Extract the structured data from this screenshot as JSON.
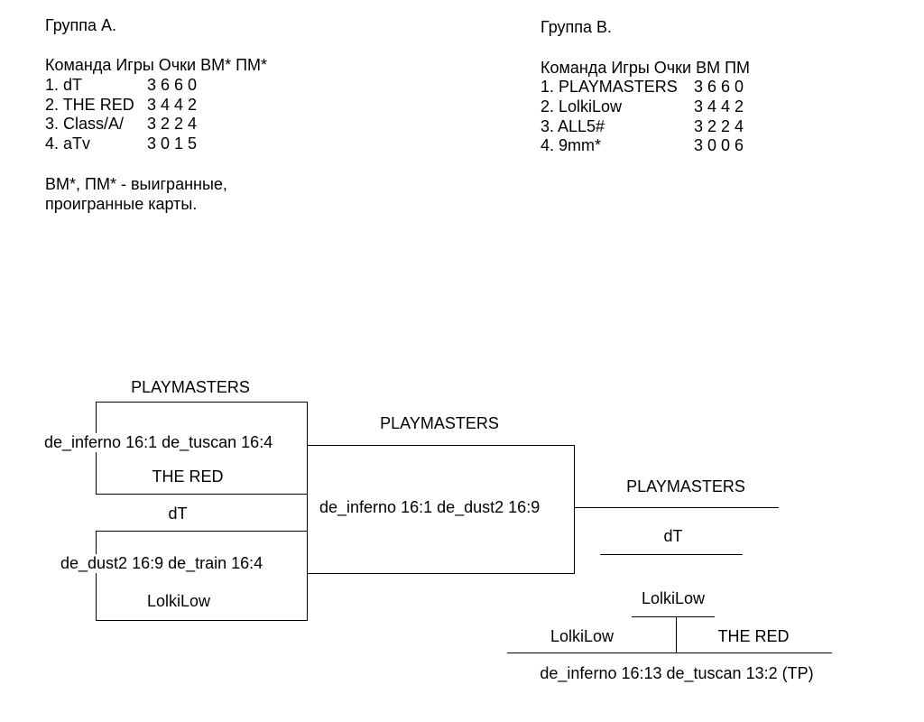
{
  "document": {
    "background": "#ffffff",
    "text_color": "#000000"
  },
  "groups": [
    {
      "title": "Группа А.",
      "header": "Команда Игры Очки ВМ* ПМ*",
      "rows": [
        {
          "name": "1. dT",
          "stats": "3 6 6 0"
        },
        {
          "name": "2. THE RED",
          "stats": "3 4 4 2"
        },
        {
          "name": "3. Class/A/",
          "stats": "3 2 2 4"
        },
        {
          "name": "4. aTv",
          "stats": "3 0 1 5"
        }
      ]
    },
    {
      "title": "Группа В.",
      "header": "Команда Игры Очки ВМ ПМ",
      "rows": [
        {
          "name": "1. PLAYMASTERS",
          "stats": "3 6 6 0"
        },
        {
          "name": "2. LolkiLow",
          "stats": "3 4 4 2"
        },
        {
          "name": "3. ALL5#",
          "stats": "3 2 2 4"
        },
        {
          "name": "4. 9mm*",
          "stats": "3 0 0 6"
        }
      ]
    }
  ],
  "footnote": {
    "line1": "ВМ*, ПМ* - выигранные,",
    "line2": "проигранные карты."
  },
  "bracket": {
    "semifinal1": {
      "top_team": "PLAYMASTERS",
      "score": "de_inferno 16:1 de_tuscan 16:4",
      "bottom_team": "THE RED"
    },
    "semifinal2": {
      "top_team": "dT",
      "score": "de_dust2 16:9 de_train 16:4",
      "bottom_team": "LolkiLow"
    },
    "final": {
      "top_team": "PLAYMASTERS",
      "score": "de_inferno 16:1 de_dust2 16:9"
    },
    "champion": "PLAYMASTERS",
    "runner_up": "dT",
    "third_place": {
      "winner": "LolkiLow",
      "left_team": "LolkiLow",
      "right_team": "THE RED",
      "score": "de_inferno 16:13 de_tuscan 13:2 (TP)"
    }
  }
}
